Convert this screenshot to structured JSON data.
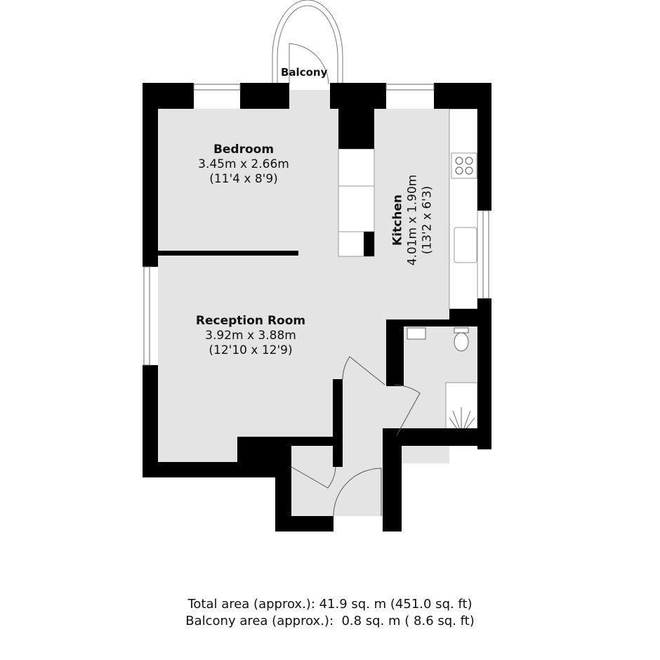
{
  "rooms": {
    "balcony": {
      "name": "Balcony"
    },
    "bedroom": {
      "name": "Bedroom",
      "metric": "3.45m x 2.66m",
      "imperial": "(11'4 x 8'9)"
    },
    "kitchen": {
      "name": "Kitchen",
      "metric": "4.01m x 1.90m",
      "imperial": "(13'2 x 6'3)"
    },
    "reception": {
      "name": "Reception Room",
      "metric": "3.92m x 3.88m",
      "imperial": "(12'10 x 12'9)"
    }
  },
  "areas": {
    "total": "Total area (approx.): 41.9 sq. m (451.0 sq. ft)",
    "balcony": "Balcony area (approx.):  0.8 sq. m ( 8.6 sq. ft)"
  },
  "colors": {
    "wall": "#000000",
    "floor": "#e4e4e4",
    "fixture": "#ffffff"
  }
}
